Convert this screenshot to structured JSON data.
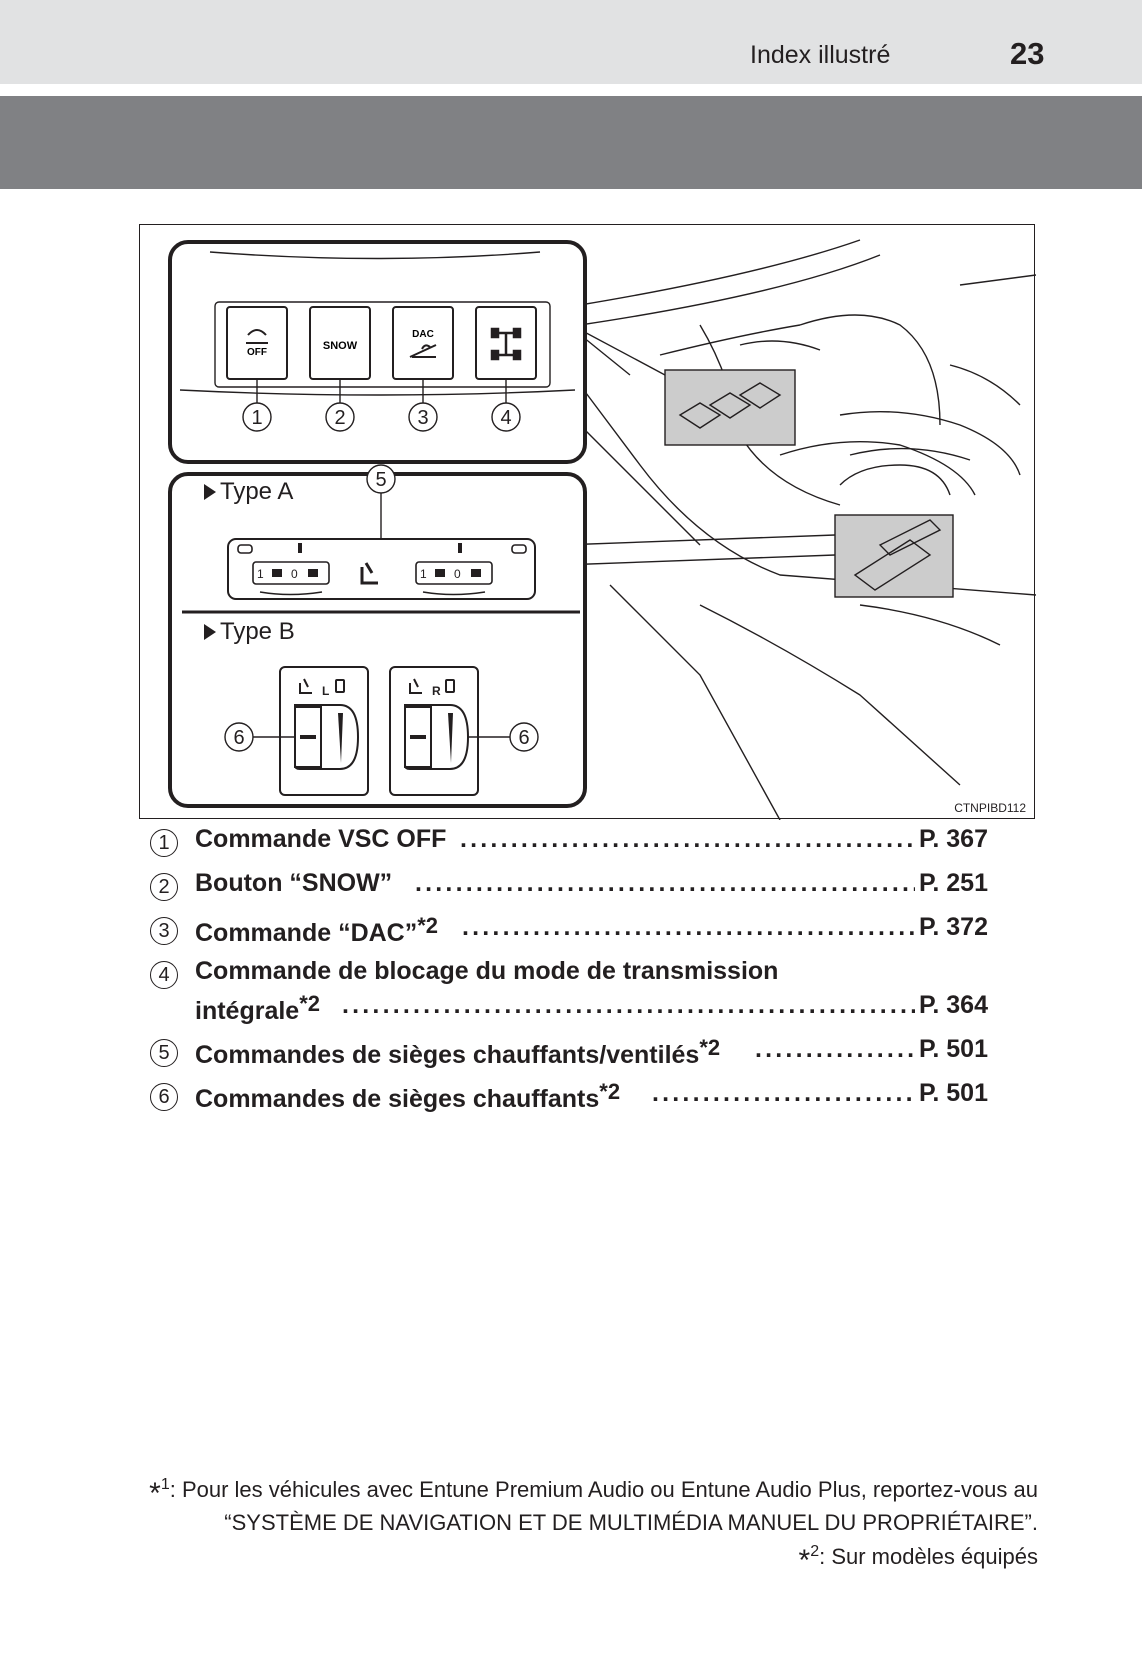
{
  "header": {
    "section_title": "Index illustré",
    "page_number": "23"
  },
  "figure": {
    "code": "CTNPIBD112",
    "type_a_label": "Type A",
    "type_b_label": "Type B",
    "callouts": [
      "1",
      "2",
      "3",
      "4",
      "5",
      "6",
      "6"
    ],
    "button_labels": {
      "vsc_off": "OFF",
      "snow": "SNOW",
      "dac": "DAC"
    },
    "seat_switch_labels": {
      "left": "L",
      "right": "R",
      "one": "1",
      "zero": "0"
    }
  },
  "items": [
    {
      "num": "1",
      "text": "Commande VSC OFF",
      "ast": "",
      "page": "P. 367"
    },
    {
      "num": "2",
      "text": "Bouton “SNOW”",
      "ast": "",
      "page": "P. 251"
    },
    {
      "num": "3",
      "text": "Commande “DAC”",
      "ast": "*2",
      "page": "P. 372"
    },
    {
      "num": "4",
      "text": "Commande de blocage du mode de transmission",
      "text2": "intégrale",
      "ast": "*2",
      "page": "P. 364"
    },
    {
      "num": "5",
      "text": "Commandes de sièges chauffants/ventilés",
      "ast": "*2",
      "page": "P. 501"
    },
    {
      "num": "6",
      "text": "Commandes de sièges chauffants",
      "ast": "*2",
      "page": "P. 501"
    }
  ],
  "footnotes": {
    "fn1_mark": "*",
    "fn1_num": "1",
    "fn1_text": ": Pour les véhicules avec Entune Premium Audio ou Entune Audio Plus, reportez-vous au",
    "fn1_text2": "“SYSTÈME DE NAVIGATION ET DE MULTIMÉDIA MANUEL DU PROPRIÉTAIRE”.",
    "fn2_mark": "*",
    "fn2_num": "2",
    "fn2_text": ": Sur modèles équipés"
  }
}
